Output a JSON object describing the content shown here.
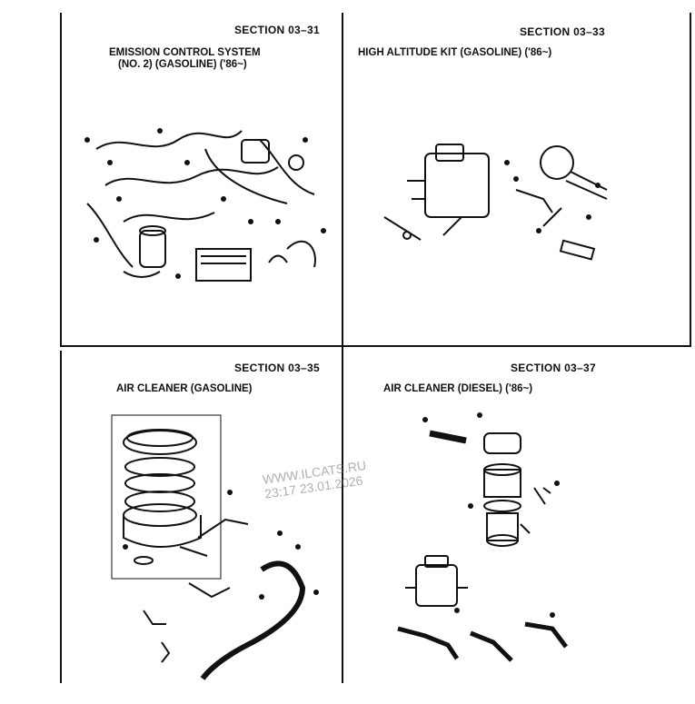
{
  "panels": [
    {
      "section": "SECTION 03–31",
      "title_lines": [
        "EMISSION CONTROL SYSTEM",
        "(NO. 2) (GASOLINE) ('86~)"
      ]
    },
    {
      "section": "SECTION 03–33",
      "title_lines": [
        "HIGH ALTITUDE KIT (GASOLINE) ('86~)"
      ]
    },
    {
      "section": "SECTION 03–35",
      "title_lines": [
        "AIR CLEANER (GASOLINE)"
      ]
    },
    {
      "section": "SECTION 03–37",
      "title_lines": [
        "AIR CLEANER (DIESEL) ('86~)"
      ]
    }
  ],
  "watermark": {
    "line1": "WWW.ILCATS.RU",
    "line2": "23:17 23.01.2026"
  },
  "colors": {
    "ink": "#111111",
    "paper": "#ffffff",
    "watermark": "#8a8a8a"
  }
}
